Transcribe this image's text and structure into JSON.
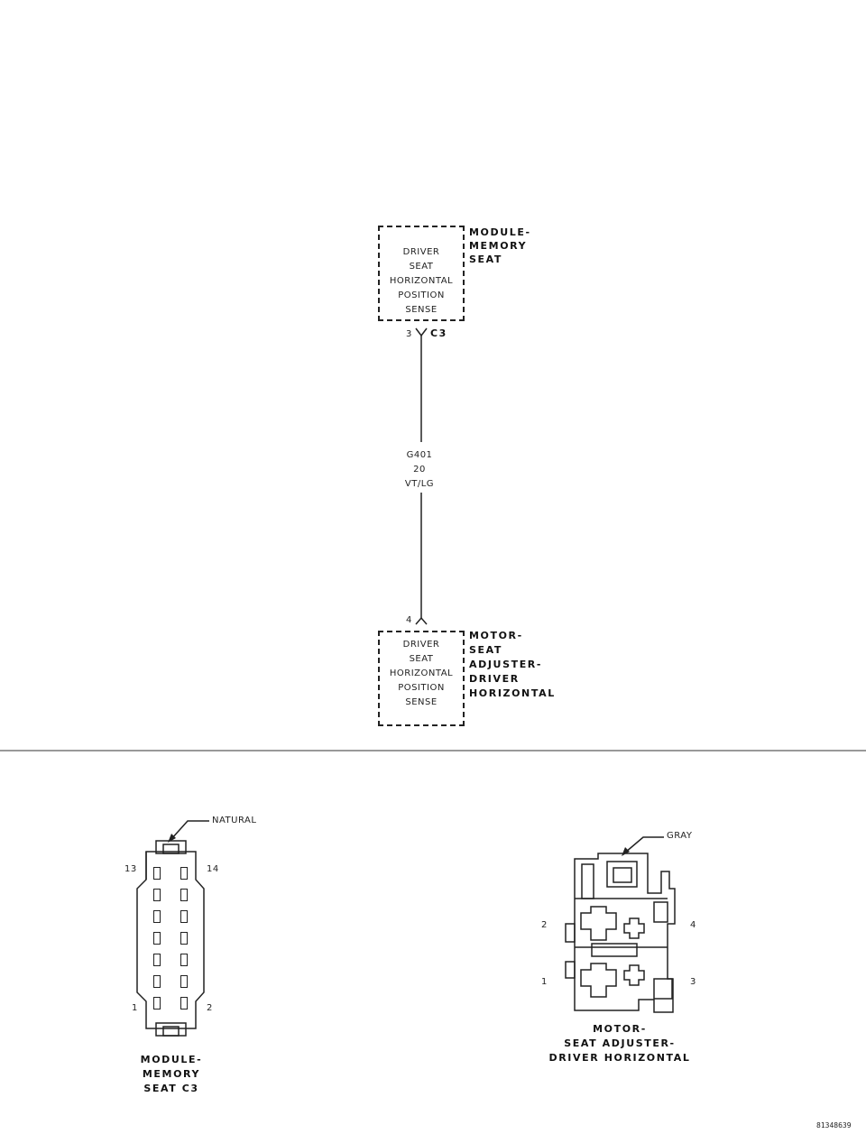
{
  "module_box": {
    "lines": [
      "DRIVER",
      "SEAT",
      "HORIZONTAL",
      "POSITION",
      "SENSE"
    ],
    "label": [
      "MODULE-",
      "MEMORY",
      "SEAT"
    ],
    "pin": "3",
    "connector": "C3"
  },
  "wire": {
    "circuit": "G401",
    "gauge": "20",
    "color": "VT/LG"
  },
  "motor_box": {
    "lines": [
      "DRIVER",
      "SEAT",
      "HORIZONTAL",
      "POSITION",
      "SENSE"
    ],
    "label": [
      "MOTOR-",
      "SEAT",
      "ADJUSTER-",
      "DRIVER",
      "HORIZONTAL"
    ],
    "pin": "4"
  },
  "connector_left": {
    "color_callout": "NATURAL",
    "pins": {
      "top_left": "13",
      "top_right": "14",
      "bottom_left": "1",
      "bottom_right": "2"
    },
    "caption": [
      "MODULE-",
      "MEMORY",
      "SEAT C3"
    ]
  },
  "connector_right": {
    "color_callout": "GRAY",
    "pins": {
      "left_top": "2",
      "right_top": "4",
      "left_bottom": "1",
      "right_bottom": "3"
    },
    "caption": [
      "MOTOR-",
      "SEAT ADJUSTER-",
      "DRIVER HORIZONTAL"
    ]
  },
  "figure_id": "81348639"
}
